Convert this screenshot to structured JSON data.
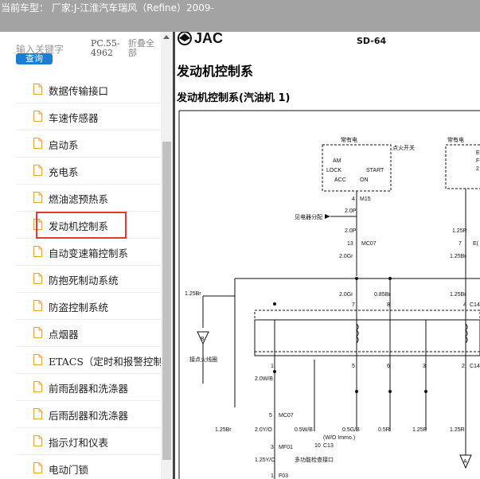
{
  "header": {
    "title": "当前车型： 厂家:J-江淮汽车瑞风（Refine）2009-"
  },
  "sidebar": {
    "search_placeholder": "输入关键字",
    "search_button": "查询",
    "pc_code": "PC.55-4962",
    "collapse_all": "折叠全部",
    "items": [
      {
        "label": "数据传输接口"
      },
      {
        "label": "车速传感器"
      },
      {
        "label": "启动系"
      },
      {
        "label": "充电系"
      },
      {
        "label": "燃油滤预热系"
      },
      {
        "label": "发动机控制系"
      },
      {
        "label": "自动变速箱控制系"
      },
      {
        "label": "防抱死制动系统"
      },
      {
        "label": "防盗控制系统"
      },
      {
        "label": "点烟器"
      },
      {
        "label": "ETACS（定时和报警控制"
      },
      {
        "label": "前雨刮器和洗涤器"
      },
      {
        "label": "后雨刮器和洗涤器"
      },
      {
        "label": "指示灯和仪表"
      },
      {
        "label": "电动门锁"
      }
    ],
    "selected_index": 5
  },
  "document": {
    "logo": "JAC",
    "code": "SD-64",
    "heading": "发动机控制系",
    "subheading": "发动机控制系(汽油机 1)",
    "labels": {
      "hot_at_all_times": "常有电",
      "ignition_switch": "点火开关",
      "am": "AM",
      "lock": "LOCK",
      "acc": "ACC",
      "start": "START",
      "on": "ON",
      "m15": "M15",
      "pin4": "4",
      "w2_0p_a": "2.0P",
      "fuse_box": "见电器分配",
      "w2_0p_b": "2.0P",
      "pin13": "13",
      "mc07": "MC07",
      "w2_0gr_a": "2.0Gr",
      "w1_25br_a": "1.25Br",
      "w2_0gr_b": "2.0Gr",
      "w0_85br": "0.85Br",
      "pin7": "7",
      "pin8": "8",
      "ground_b": "B",
      "ground_label": "接点火线圈",
      "pin1": "1",
      "pin5": "5",
      "pin6": "6",
      "pin3": "3",
      "pin2": "2",
      "c14": "C14",
      "w2_0wb": "2.0W/B",
      "pin5b": "5",
      "mc07b": "MC07",
      "w1_25br_b": "1.25Br",
      "w2_0yo": "2.0Y/O",
      "w0_5wb": "0.5W/B",
      "w0_5gb": "0.5G/B",
      "wo_immo": "(W/O Immo.)",
      "w0_5r": "0.5R",
      "w1_25p": "1.25P",
      "w1_25r": "1.25R",
      "pin10": "10",
      "c13": "C13",
      "pin3b": "3",
      "mf01": "MF01",
      "w1_25yo": "1.25Y/O",
      "diag_connector": "多功能检查接口",
      "pin1b": "1",
      "f03": "F03",
      "ground_a": "A",
      "right_hot": "常有电",
      "right_e": "E",
      "right_f": "F",
      "right_2": "2",
      "right_w1_25r": "1.25R",
      "right_7": "7",
      "right_e2": "E(",
      "right_w1_25br": "1.25Br",
      "right_4": "4",
      "right_c14": "C14",
      "right_1_25br2": "1.25Br"
    }
  }
}
